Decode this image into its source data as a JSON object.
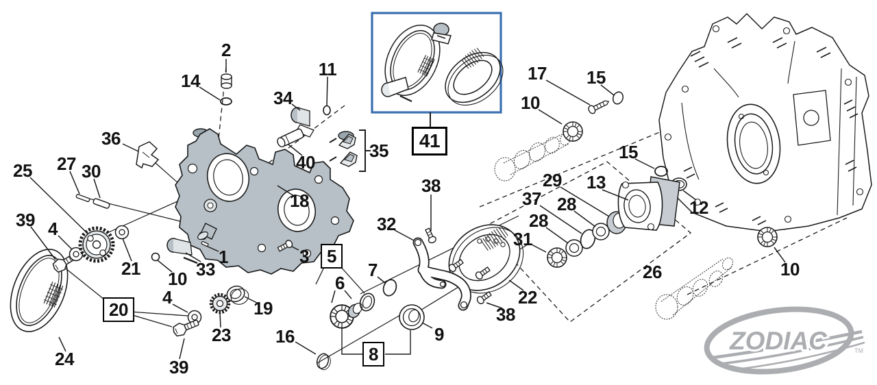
{
  "diagram": {
    "kind": "exploded-parts-diagram",
    "subject": "engine cam support plate / oil pump assembly"
  },
  "colors": {
    "highlight_blue": "#3a6fb0",
    "plate_gray": "#b7c0c6",
    "logo_gray": "#abadb0",
    "line_black": "#1a1a1a"
  },
  "logo": {
    "text": "ZODIAC",
    "tm": "TM"
  },
  "callouts": [
    {
      "text": "2"
    },
    {
      "text": "14"
    },
    {
      "text": "11"
    },
    {
      "text": "34"
    },
    {
      "text": "36"
    },
    {
      "text": "40"
    },
    {
      "text": "35"
    },
    {
      "text": "41"
    },
    {
      "text": "17"
    },
    {
      "text": "15"
    },
    {
      "text": "10"
    },
    {
      "text": "15"
    },
    {
      "text": "12"
    },
    {
      "text": "18"
    },
    {
      "text": "25"
    },
    {
      "text": "27"
    },
    {
      "text": "30"
    },
    {
      "text": "38"
    },
    {
      "text": "32"
    },
    {
      "text": "29"
    },
    {
      "text": "13"
    },
    {
      "text": "37"
    },
    {
      "text": "28"
    },
    {
      "text": "28"
    },
    {
      "text": "31"
    },
    {
      "text": "26"
    },
    {
      "text": "39"
    },
    {
      "text": "4"
    },
    {
      "text": "21"
    },
    {
      "text": "10"
    },
    {
      "text": "33"
    },
    {
      "text": "1"
    },
    {
      "text": "3"
    },
    {
      "text": "5"
    },
    {
      "text": "6"
    },
    {
      "text": "7"
    },
    {
      "text": "22"
    },
    {
      "text": "38"
    },
    {
      "text": "20"
    },
    {
      "text": "4"
    },
    {
      "text": "23"
    },
    {
      "text": "19"
    },
    {
      "text": "16"
    },
    {
      "text": "8"
    },
    {
      "text": "9"
    },
    {
      "text": "24"
    },
    {
      "text": "39"
    },
    {
      "text": "10"
    }
  ]
}
